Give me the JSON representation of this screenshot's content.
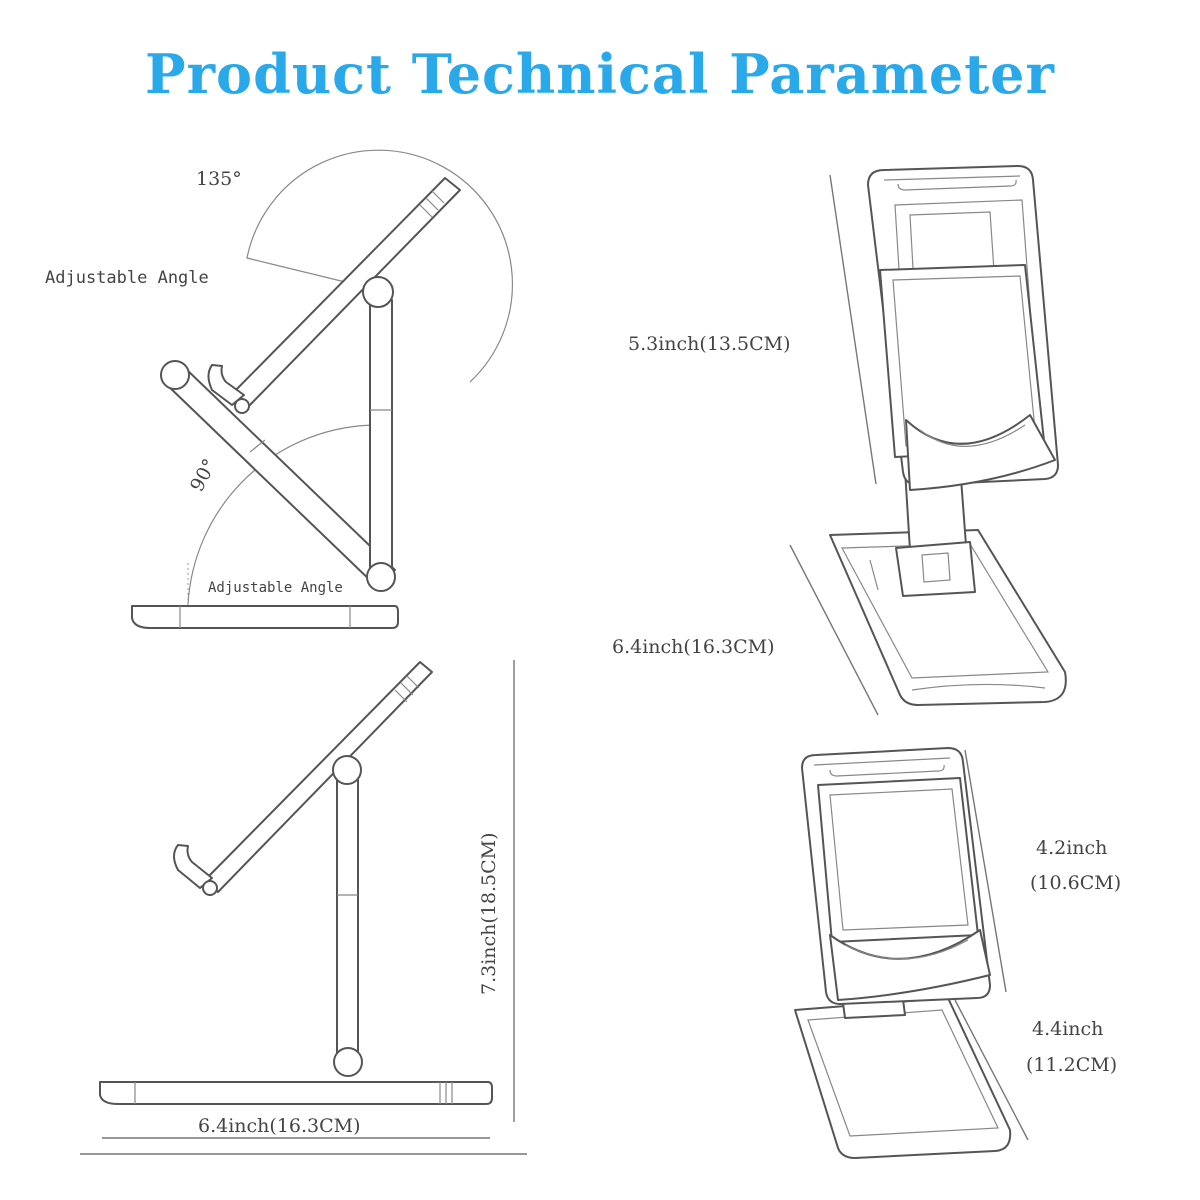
{
  "title": "Product Technical Parameter",
  "side_view_top": {
    "angle_max": "135°",
    "angle_min": "90°",
    "adjustable_angle_upper": "Adjustable Angle",
    "adjustable_angle_lower": "Adjustable Angle"
  },
  "side_view_bottom": {
    "height": "7.3inch(18.5CM)",
    "base_length": "6.4inch(16.3CM)"
  },
  "front_view_extended": {
    "holder_height": "5.3inch(13.5CM)",
    "base_length": "6.4inch(16.3CM)"
  },
  "front_view_folded": {
    "holder_height_in": "4.2inch",
    "holder_height_cm": "(10.6CM)",
    "base_length_in": "4.4inch",
    "base_length_cm": "(11.2CM)"
  }
}
